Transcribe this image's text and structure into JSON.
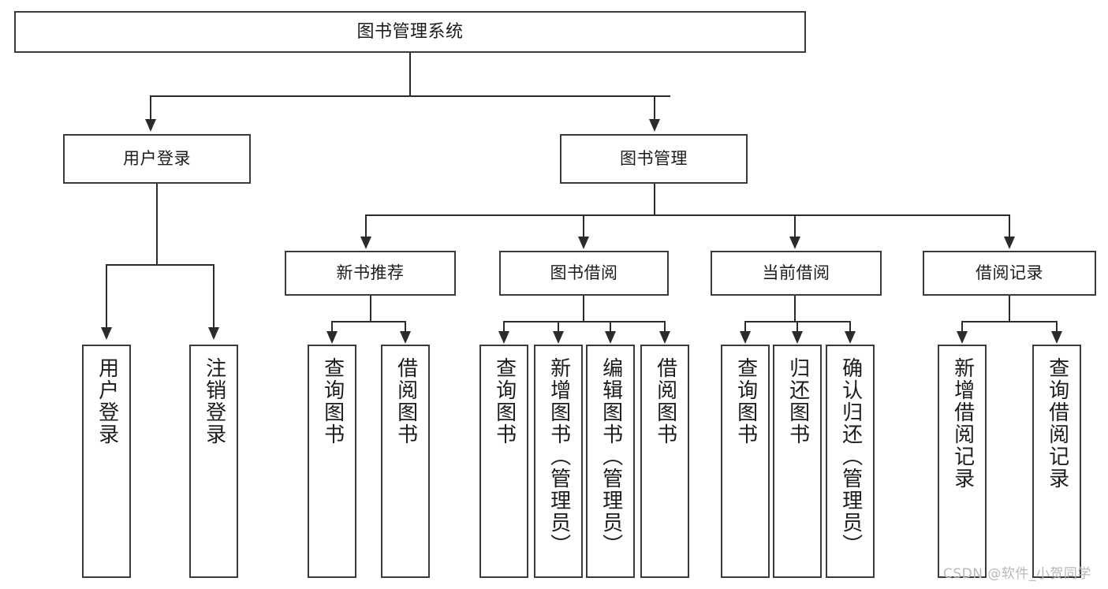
{
  "diagram": {
    "type": "tree-hierarchy",
    "title": "图书管理系统",
    "watermark": "CSDN @软件_小贺同学",
    "colors": {
      "box_border": "#3a3a3a",
      "connector": "#2b2b2b",
      "background": "#ffffff",
      "text": "#1c1c1c",
      "watermark": "#b9b9b9"
    },
    "levels": {
      "root": "图书管理系统",
      "level1": [
        "用户登录",
        "图书管理"
      ],
      "level2": [
        "新书推荐",
        "图书借阅",
        "当前借阅",
        "借阅记录"
      ]
    },
    "nodes": {
      "root": {
        "label": "图书管理系统"
      },
      "user_login": {
        "label": "用户登录"
      },
      "book_manage": {
        "label": "图书管理"
      },
      "new_book_rec": {
        "label": "新书推荐"
      },
      "book_borrow": {
        "label": "图书借阅"
      },
      "current_borrow": {
        "label": "当前借阅"
      },
      "borrow_record": {
        "label": "借阅记录"
      },
      "leaf_user_login": {
        "label": "用户登录"
      },
      "leaf_logout": {
        "label": "注销登录"
      },
      "leaf_query_book_1": {
        "label": "查询图书"
      },
      "leaf_borrow_book_1": {
        "label": "借阅图书"
      },
      "leaf_query_book_2": {
        "label": "查询图书"
      },
      "leaf_add_book": {
        "label": "新增图书（管理员）"
      },
      "leaf_edit_book": {
        "label": "编辑图书（管理员）"
      },
      "leaf_borrow_book_2": {
        "label": "借阅图书"
      },
      "leaf_query_book_3": {
        "label": "查询图书"
      },
      "leaf_return_book": {
        "label": "归还图书"
      },
      "leaf_confirm_return": {
        "label": "确认归还（管理员）"
      },
      "leaf_add_record": {
        "label": "新增借阅记录"
      },
      "leaf_query_record": {
        "label": "查询借阅记录"
      }
    },
    "edges": [
      {
        "from": "图书管理系统",
        "to": "用户登录"
      },
      {
        "from": "图书管理系统",
        "to": "图书管理"
      },
      {
        "from": "用户登录",
        "to": "用户登录"
      },
      {
        "from": "用户登录",
        "to": "注销登录"
      },
      {
        "from": "图书管理",
        "to": "新书推荐"
      },
      {
        "from": "图书管理",
        "to": "图书借阅"
      },
      {
        "from": "图书管理",
        "to": "当前借阅"
      },
      {
        "from": "图书管理",
        "to": "借阅记录"
      },
      {
        "from": "新书推荐",
        "to": "查询图书"
      },
      {
        "from": "新书推荐",
        "to": "借阅图书"
      },
      {
        "from": "图书借阅",
        "to": "查询图书"
      },
      {
        "from": "图书借阅",
        "to": "新增图书（管理员）"
      },
      {
        "from": "图书借阅",
        "to": "编辑图书（管理员）"
      },
      {
        "from": "图书借阅",
        "to": "借阅图书"
      },
      {
        "from": "当前借阅",
        "to": "查询图书"
      },
      {
        "from": "当前借阅",
        "to": "归还图书"
      },
      {
        "from": "当前借阅",
        "to": "确认归还（管理员）"
      },
      {
        "from": "借阅记录",
        "to": "新增借阅记录"
      },
      {
        "from": "借阅记录",
        "to": "查询借阅记录"
      }
    ]
  }
}
